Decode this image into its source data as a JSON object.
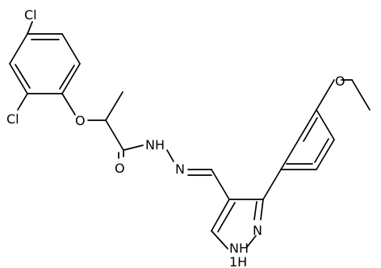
{
  "molecule": {
    "atoms": {
      "cl_top": "Cl",
      "cl_left": "Cl",
      "o_ether": "O",
      "o_methoxy": "O",
      "o_carbonyl": "O",
      "nh_hydrazide": "NH",
      "n_imine": "N",
      "n_pyrazole": "N",
      "nh_pyrazole": "NH",
      "h_pyrazole": "1H"
    }
  }
}
